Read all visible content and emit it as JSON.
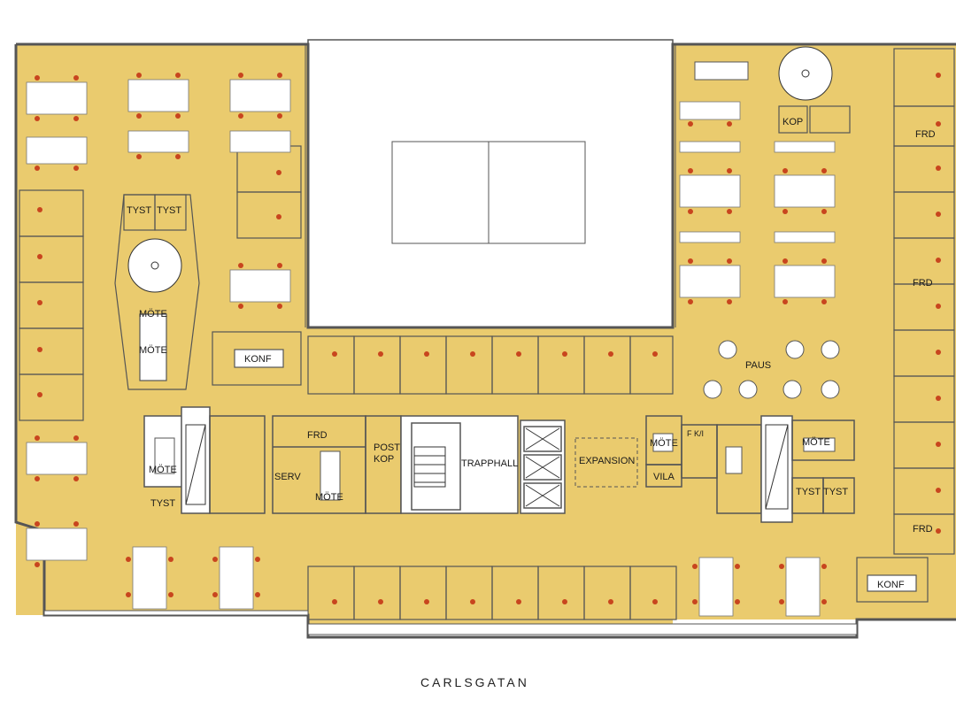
{
  "plan": {
    "street": "CARLSGATAN",
    "colors": {
      "floor": "#EACB6E",
      "wall": "#555555",
      "desk": "#FFFFFF",
      "chair": "#C8451E",
      "courtyard": "#FFFFFF"
    },
    "rooms": {
      "tyst_1": "TYST",
      "tyst_2": "TYST",
      "mote_1": "MÖTE",
      "mote_2": "MÖTE",
      "konf_1": "KONF",
      "mote_3": "MÖTE",
      "tyst_3": "TYST",
      "frd_1": "FRD",
      "serv": "SERV",
      "mote_4": "MÖTE",
      "post": "POST",
      "kop_1": "KOP",
      "trapphall": "TRAPPHALL",
      "expansion": "EXPANSION",
      "mote_5": "MÖTE",
      "vila": "VILA",
      "fk": "F K/I",
      "mote_6": "MÖTE",
      "tyst_4": "TYST",
      "tyst_5": "TYST",
      "paus": "PAUS",
      "kop_2": "KOP",
      "frd_2": "FRD",
      "frd_3": "FRD",
      "frd_4": "FRD",
      "konf_2": "KONF"
    }
  }
}
